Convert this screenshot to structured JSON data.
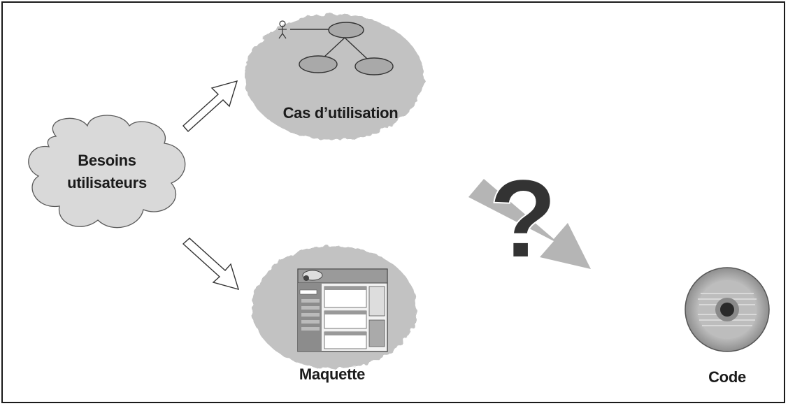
{
  "nodes": {
    "besoins": {
      "line1": "Besoins",
      "line2": "utilisateurs"
    },
    "cas": {
      "label": "Cas d’utilisation"
    },
    "maquette": {
      "label": "Maquette"
    },
    "code": {
      "label": "Code"
    }
  },
  "question_mark": "?",
  "colors": {
    "cloud_light": "#d9d9d9",
    "cloud_dark": "#bdbdbd",
    "arrow_big": "#b5b5b5",
    "question": "#333333",
    "outline": "#444444"
  }
}
